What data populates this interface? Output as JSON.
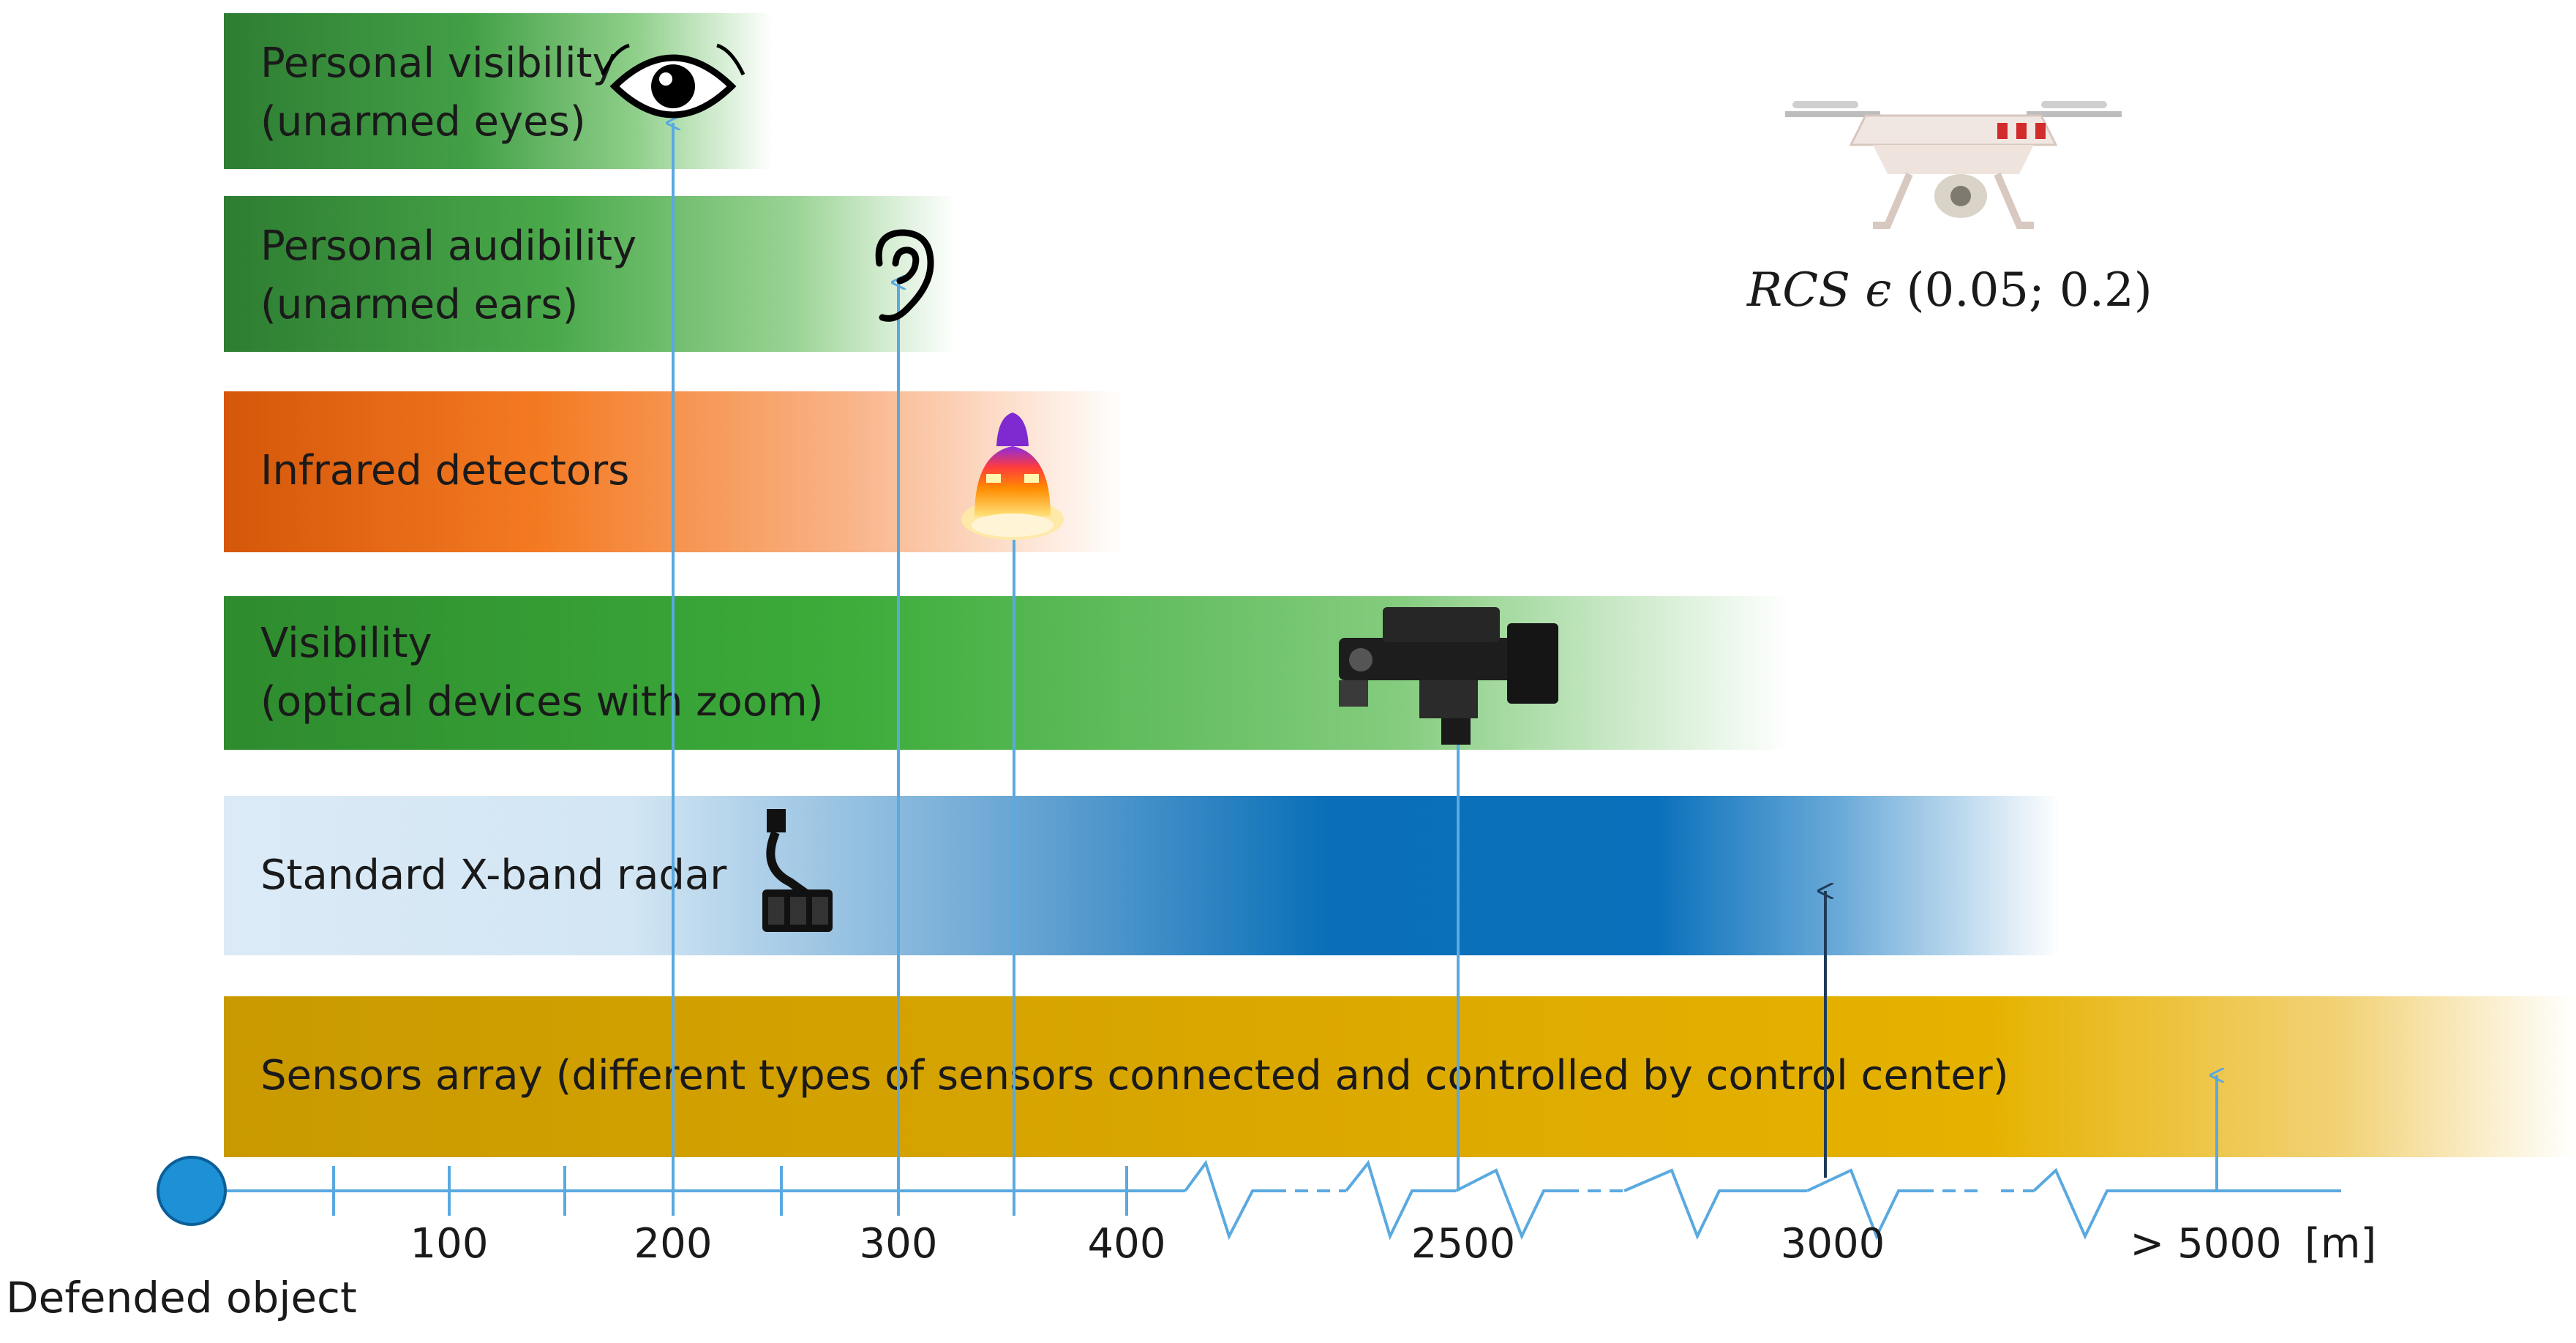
{
  "bands": {
    "eyes": {
      "line1": "Personal visibility",
      "line2": "(unarmed eyes)",
      "icon": "eye-icon"
    },
    "ears": {
      "line1": "Personal audibility",
      "line2": "(unarmed ears)",
      "icon": "ear-icon"
    },
    "ir": {
      "line1": "Infrared detectors",
      "icon": "thermal-image-icon"
    },
    "vis": {
      "line1": "Visibility",
      "line2": "(optical devices with zoom)",
      "icon": "optical-device-icon"
    },
    "radar": {
      "line1": "Standard X-band radar",
      "icon": "radar-icon"
    },
    "array": {
      "line1": "Sensors array (different  types of sensors connected and controlled by control center)"
    }
  },
  "axis": {
    "ticks": [
      "100",
      "200",
      "300",
      "400",
      "2500",
      "3000",
      "> 5000"
    ],
    "unit": "[m]",
    "origin_label": "Defended object"
  },
  "drone": {
    "icon": "drone-icon",
    "rcs_symbol": "RCS",
    "rcs_relation": "ϵ",
    "rcs_interval": "(0.05; 0.2)"
  },
  "colors": {
    "axis": "#5aa9e0",
    "pointer": "#5aa9e0",
    "pointer_dark": "#1f3b57",
    "origin": "#1e90d6",
    "eyes_band": "#2e7d32",
    "ir_band": "#f47a22",
    "radar_band": "#0a70bb",
    "array_band": "#d9a600"
  }
}
